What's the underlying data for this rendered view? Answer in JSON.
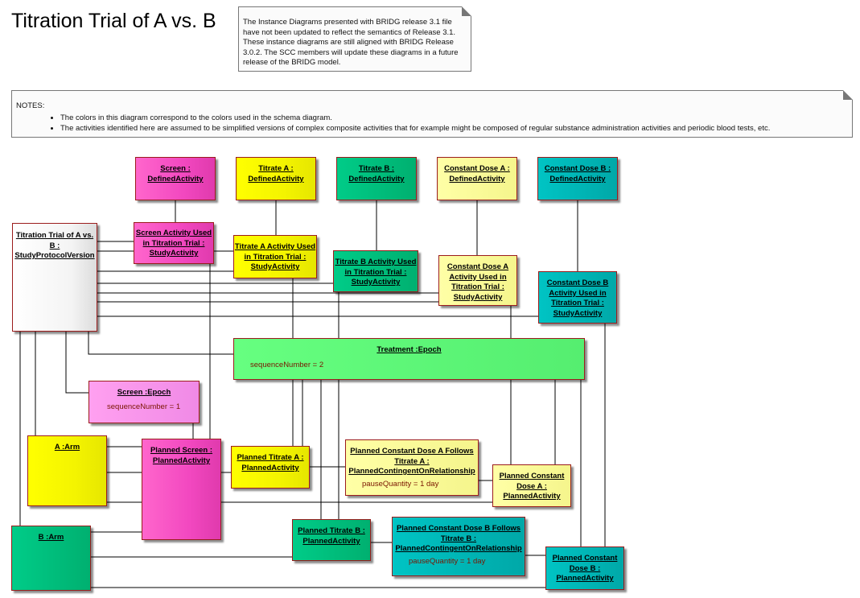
{
  "title": "Titration Trial of A vs. B",
  "note_release": "The Instance Diagrams presented with BRIDG release 3.1 file have not been updated to reflect the semantics of Release 3.1. These instance diagrams are still aligned with BRIDG Release 3.0.2. The SCC members will update these diagrams in a future release of the BRIDG model.",
  "notes": {
    "heading": "NOTES:",
    "items": [
      "The colors in this diagram correspond to the colors used in the schema diagram.",
      "The activities identified here are assumed to be simplified versions of complex composite activities that for example might be composed of regular substance administration activities and periodic blood tests, etc."
    ]
  },
  "boxes": {
    "screen_defined": "Screen : DefinedActivity",
    "titrate_a_defined": "Titrate A : DefinedActivity",
    "titrate_b_defined": "Titrate B : DefinedActivity",
    "const_a_defined": "Constant Dose A : DefinedActivity",
    "const_b_defined": "Constant Dose B : DefinedActivity",
    "protocol": "Titration Trial of A vs. B : StudyProtocolVersion",
    "screen_study": "Screen Activity Used in Titration Trial : StudyActivity",
    "titrate_a_study": "Titrate A Activity Used in Titration Trial : StudyActivity",
    "titrate_b_study": "Titrate B Activity Used in Titration Trial : StudyActivity",
    "const_a_study": "Constant Dose A Activity Used in Titration Trial : StudyActivity",
    "const_b_study": "Constant Dose B Activity Used in Titration Trial : StudyActivity",
    "treatment_epoch": "Treatment :Epoch",
    "treatment_attr": "sequenceNumber = 2",
    "screen_epoch": "Screen :Epoch",
    "screen_attr": "sequenceNumber = 1",
    "arm_a": "A :Arm",
    "arm_b": "B :Arm",
    "planned_screen": "Planned Screen : PlannedActivity",
    "planned_titrate_a": "Planned Titrate A : PlannedActivity",
    "planned_titrate_b": "Planned Titrate B : PlannedActivity",
    "rel_a": "Planned Constant Dose A Follows Titrate A : PlannedContingentOnRelationship",
    "rel_a_attr": "pauseQuantity = 1 day",
    "rel_b": "Planned Constant Dose B Follows Titrate B : PlannedContingentOnRelationship",
    "rel_b_attr": "pauseQuantity = 1 day",
    "planned_const_a": "Planned Constant Dose A : PlannedActivity",
    "planned_const_b": "Planned Constant Dose B : PlannedActivity"
  },
  "colors": {
    "pink": "#f248c0",
    "light_pink": "#f08ae6",
    "yellow": "#f4f400",
    "light_yellow": "#f5f58c",
    "green": "#00b070",
    "light_green": "#55ee70",
    "teal": "#00a8a8",
    "border": "#9b1c1c"
  }
}
